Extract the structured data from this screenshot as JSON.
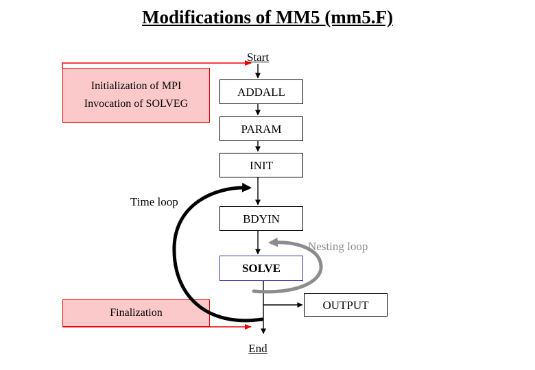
{
  "title": "Modifications of MM5 (mm5.F)",
  "colors": {
    "annotation_fill": "#fbc9c9",
    "annotation_border": "#ee0000",
    "solve_border": "#3333aa",
    "nesting_loop": "#8c8c8c",
    "time_loop": "#000000",
    "flow_line": "#000000"
  },
  "terminals": {
    "start": "Start",
    "end": "End"
  },
  "nodes": [
    {
      "id": "addall",
      "label": "ADDALL"
    },
    {
      "id": "param",
      "label": "PARAM"
    },
    {
      "id": "init",
      "label": "INIT"
    },
    {
      "id": "bdyin",
      "label": "BDYIN"
    },
    {
      "id": "solve",
      "label": "SOLVE"
    },
    {
      "id": "output",
      "label": "OUTPUT"
    }
  ],
  "annotations": [
    {
      "id": "init-annot",
      "lines": [
        "Initialization of MPI",
        "Invocation of SOLVEG"
      ]
    },
    {
      "id": "final-annot",
      "lines": [
        "Finalization"
      ]
    }
  ],
  "annotation_lines": {
    "init_line1": "Initialization of MPI",
    "init_line2": "Invocation of SOLVEG",
    "final_line1": "Finalization"
  },
  "loops": {
    "time": "Time loop",
    "nesting": "Nesting loop"
  }
}
